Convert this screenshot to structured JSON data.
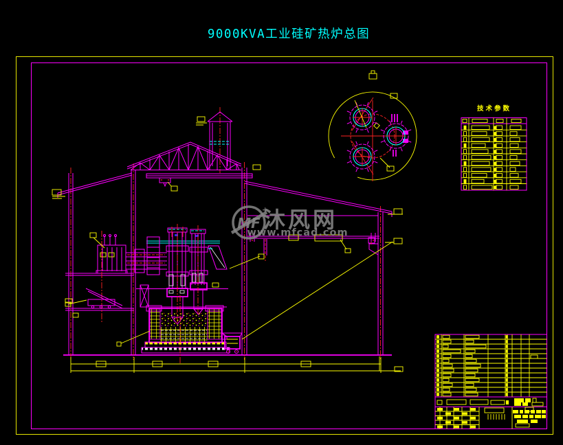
{
  "page": {
    "title": "9000KVA工业硅矿热炉总图",
    "background": "#000000"
  },
  "watermark": {
    "logo_text": "MF",
    "logo_plus": "+",
    "site_name": "沐风网",
    "site_url": "www.mfcad.com",
    "color": "#8a8a8a"
  },
  "tech_table": {
    "title": "技术参数",
    "rows": 12,
    "columns": 4
  },
  "parts_table": {
    "rows": 13,
    "columns": 8
  },
  "colors": {
    "title_text": "#00ffff",
    "primary_lines": "#ff00ff",
    "secondary_lines": "#ffff00",
    "centerlines": "#ff2222",
    "auxiliary_lines": "#00ffff",
    "highlight_lines": "#ffffff",
    "table_border": "#ff00ff",
    "table_grid": "#ffff00"
  }
}
